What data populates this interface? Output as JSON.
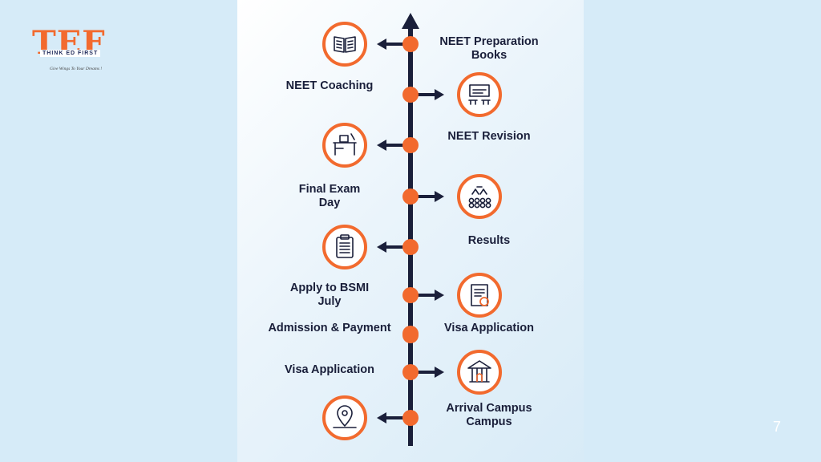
{
  "logo": {
    "letters": [
      {
        "char": "T",
        "color": "#f26a2e"
      },
      {
        "char": "E",
        "color": "#f26a2e"
      },
      {
        "char": "F",
        "color": "#f26a2e"
      }
    ],
    "think_line": "THINK   ED   FIRST",
    "tagline": "Give Wings To Your Dreams !"
  },
  "colors": {
    "accent": "#f26a2e",
    "navy": "#1a1f3a",
    "panel_bg": "#ffffff",
    "page_bg": "#d6ebf8"
  },
  "timeline": {
    "steps": [
      {
        "label": "NEET Preparation Books",
        "label_lines": [
          "NEET Preparation",
          "Books"
        ],
        "icon": "book-icon",
        "icon_side": "left",
        "label_side": "right"
      },
      {
        "label": "NEET Coaching",
        "label_lines": [
          "NEET Coaching"
        ],
        "icon": "classroom-icon",
        "icon_side": "right",
        "label_side": "left"
      },
      {
        "label": "NEET Revision",
        "label_lines": [
          "NEET Revision"
        ],
        "icon": "study-desk-icon",
        "icon_side": "left",
        "label_side": "right"
      },
      {
        "label": "Final Exam Day",
        "label_lines": [
          "Final Exam",
          "Day"
        ],
        "icon": "exam-hall-icon",
        "icon_side": "right",
        "label_side": "left"
      },
      {
        "label": "Results",
        "label_lines": [
          "Results"
        ],
        "icon": "clipboard-icon",
        "icon_side": "left",
        "label_side": "right"
      },
      {
        "label": "Apply to BSMI July",
        "label_lines": [
          "Apply to BSMI",
          "July"
        ],
        "icon": "certificate-icon",
        "icon_side": "right",
        "label_side": "left"
      },
      {
        "label": "Admission & Payment",
        "label_lines": [
          "Admission & Payment"
        ],
        "icon": "",
        "icon_side": "",
        "label_side": "left"
      },
      {
        "label": "Visa Application",
        "label_lines": [
          "Visa Application"
        ],
        "icon": "",
        "icon_side": "",
        "label_side": "right"
      },
      {
        "label": "Visa Application",
        "label_lines": [
          "Visa Application"
        ],
        "icon": "university-icon",
        "icon_side": "right",
        "label_side": "left"
      },
      {
        "label": "Arrival Campus Campus",
        "label_lines": [
          "Arrival Campus",
          "Campus"
        ],
        "icon": "location-pin-icon",
        "icon_side": "left",
        "label_side": "right"
      }
    ]
  },
  "page_number": "7"
}
